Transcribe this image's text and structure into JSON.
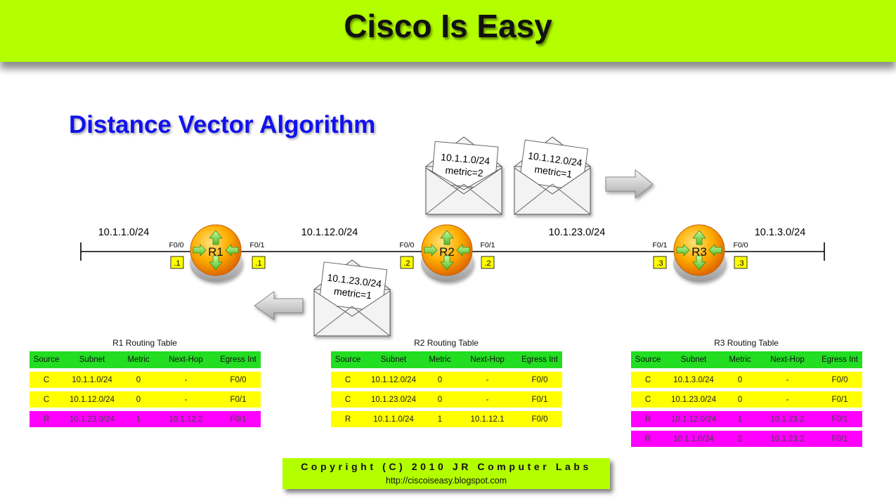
{
  "header": {
    "title": "Cisco Is Easy",
    "subtitle": "Distance Vector Algorithm"
  },
  "colors": {
    "banner": "#b3ff00",
    "subtitle": "#1111ee",
    "header_row": "#22dd22",
    "connected_row": "#ffff00",
    "rip_row": "#ff00ff"
  },
  "networks": {
    "r1_lan": "10.1.1.0/24",
    "r1_r2": "10.1.12.0/24",
    "r2_r3": "10.1.23.0/24",
    "r3_lan": "10.1.3.0/24"
  },
  "routers": [
    {
      "name": "R1",
      "left_if": "F0/0",
      "right_if": "F0/1",
      "left_ip": ".1",
      "right_ip": ".1"
    },
    {
      "name": "R2",
      "left_if": "F0/0",
      "right_if": "F0/1",
      "left_ip": ".2",
      "right_ip": ".2"
    },
    {
      "name": "R3",
      "left_if": "F0/1",
      "right_if": "F0/0",
      "left_ip": ".3",
      "right_ip": ".3"
    }
  ],
  "updates": [
    {
      "net": "10.1.1.0/24",
      "metric": "metric=2",
      "direction": "right"
    },
    {
      "net": "10.1.12.0/24",
      "metric": "metric=1",
      "direction": "right"
    },
    {
      "net": "10.1.23.0/24",
      "metric": "metric=1",
      "direction": "left"
    }
  ],
  "icons": [
    "router-icon",
    "envelope-icon",
    "arrow-right-icon",
    "arrow-left-icon"
  ],
  "tables": {
    "headers": [
      "Source",
      "Subnet",
      "Metric",
      "Next-Hop",
      "Egress Int"
    ],
    "r1": {
      "title": "R1 Routing Table",
      "rows": [
        [
          "C",
          "10.1.1.0/24",
          "0",
          "-",
          "F0/0"
        ],
        [
          "C",
          "10.1.12.0/24",
          "0",
          "-",
          "F0/1"
        ],
        [
          "R",
          "10.1.23.0/24",
          "1",
          "10.1.12.2",
          "F0/1"
        ]
      ]
    },
    "r2": {
      "title": "R2 Routing Table",
      "rows": [
        [
          "C",
          "10.1.12.0/24",
          "0",
          "-",
          "F0/0"
        ],
        [
          "C",
          "10.1.23.0/24",
          "0",
          "-",
          "F0/1"
        ],
        [
          "R",
          "10.1.1.0/24",
          "1",
          "10.1.12.1",
          "F0/0"
        ]
      ]
    },
    "r3": {
      "title": "R3 Routing Table",
      "rows": [
        [
          "C",
          "10.1.3.0/24",
          "0",
          "-",
          "F0/0"
        ],
        [
          "C",
          "10.1.23.0/24",
          "0",
          "-",
          "F0/1"
        ],
        [
          "R",
          "10.1.12.0/24",
          "1",
          "10.1.23.2",
          "F0/1"
        ],
        [
          "R",
          "10.1.1.0/24",
          "2",
          "10.1.23.2",
          "F0/1"
        ]
      ]
    }
  },
  "footer": {
    "copyright": "Copyright (C) 2010 JR Computer Labs",
    "url": "http://ciscoiseasy.blogspot.com"
  }
}
